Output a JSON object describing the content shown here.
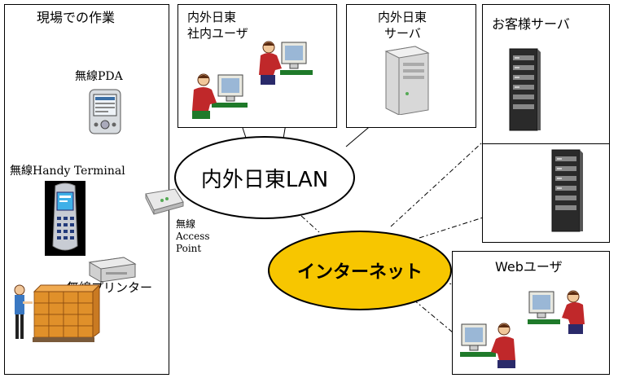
{
  "areas": {
    "field": {
      "title": "現場での作業"
    },
    "lan_users": {
      "title_line1": "内外日東",
      "title_line2": "社内ユーザ"
    },
    "lan_server": {
      "title_line1": "内外日東",
      "title_line2": "サーバ"
    },
    "customer_servers": {
      "title": "お客様サーバ"
    },
    "web_users": {
      "title": "Webユーザ"
    }
  },
  "devices": {
    "pda": "無線PDA",
    "handy_terminal": "無線Handy Terminal",
    "printer": "無線プリンター",
    "access_point_line1": "無線",
    "access_point_line2": "Access",
    "access_point_line3": "Point"
  },
  "networks": {
    "lan": "内外日東LAN",
    "internet": "インターネット"
  },
  "colors": {
    "internet_fill": "#f7c600",
    "lan_fill": "#ffffff",
    "operator_shirt": "#c0282a",
    "desk": "#1f7a2a",
    "monitor_screen": "#9ab7d6",
    "handy_screen": "#3fb0e8",
    "pallet_box": "#e0902a"
  }
}
